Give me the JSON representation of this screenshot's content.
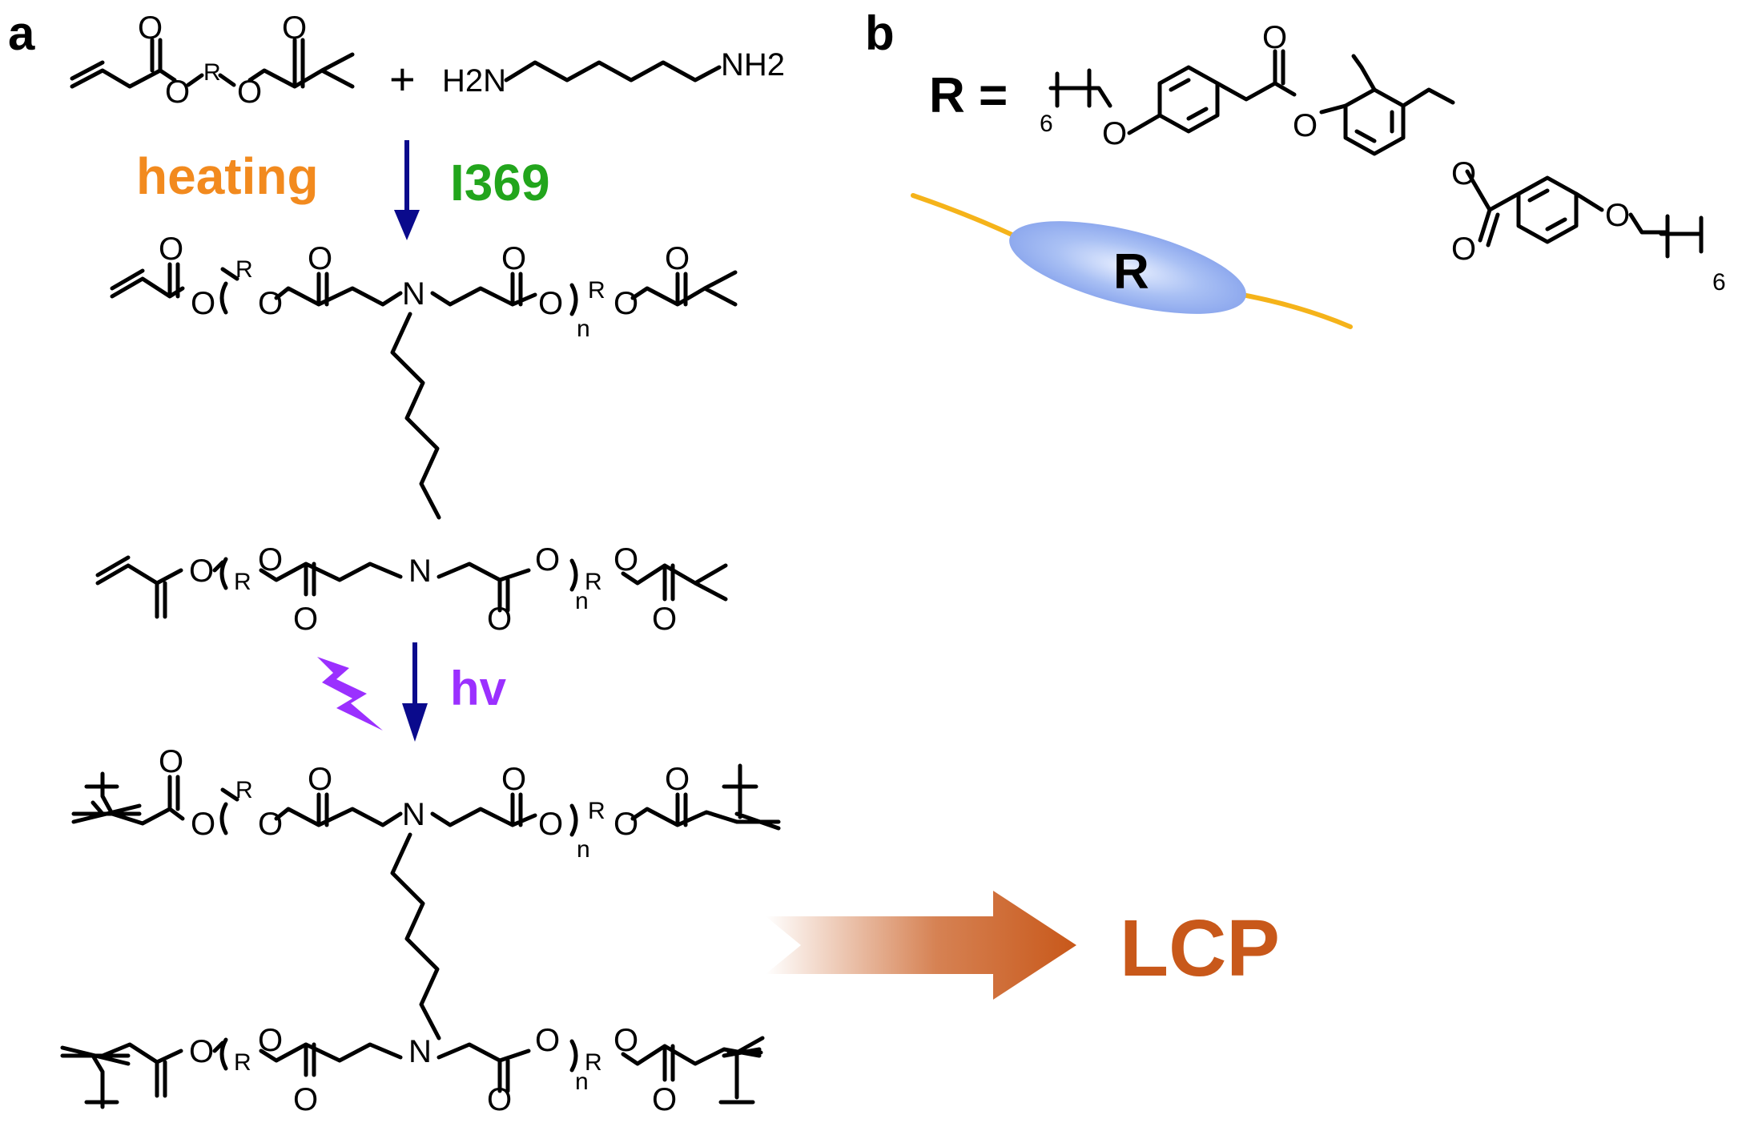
{
  "panels": {
    "a": "a",
    "b": "b"
  },
  "reaction": {
    "plus": "+",
    "amine_h2n": "H2N",
    "amine_nh2": "NH2",
    "step1_left": "heating",
    "step1_right": "I369",
    "step2": "hv",
    "product": "LCP"
  },
  "atoms": {
    "O": "O",
    "N": "N",
    "R": "R",
    "n": "n"
  },
  "panel_b": {
    "r_equals": "R =",
    "repeat_count": "6",
    "mesogen_label": "R"
  },
  "colors": {
    "heating": "#f28a1e",
    "i369": "#22a51c",
    "arrow": "#0a0a8c",
    "hv": "#9b30ff",
    "lcp": "#c8581a",
    "tail": "#f5b31a",
    "mesogen": "#8ea9ee",
    "bonds": "#000000"
  },
  "icons": {
    "reaction_arrow": "down-arrow-icon",
    "light": "lightning-bolt-icon",
    "product_arrow": "right-arrow-icon"
  }
}
